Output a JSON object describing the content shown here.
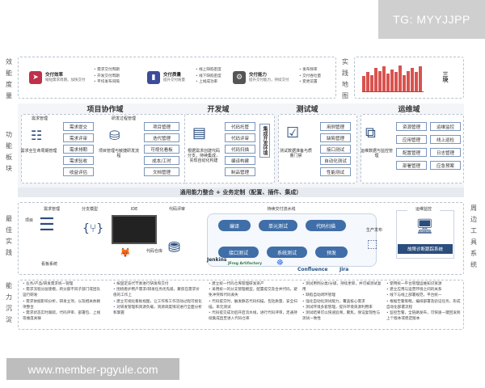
{
  "watermark_top": "TG: MYYJJPP",
  "watermark_bottom": "www.member-pgyule.com",
  "left_labels": {
    "row1": [
      "效",
      "能",
      "度",
      "量"
    ],
    "row2": [
      "功",
      "能",
      "板",
      "块"
    ],
    "row3": [
      "最",
      "佳",
      "实",
      "践"
    ],
    "row4": [
      "能",
      "力",
      "沉",
      "淀"
    ]
  },
  "right_labels": {
    "row1": [
      "实",
      "践",
      "地",
      "图"
    ],
    "row3": [
      "周",
      "边",
      "工",
      "具",
      "系",
      "统"
    ]
  },
  "metrics": [
    {
      "title": "交付效率",
      "subtitle": "缩短需求周期，加快交付",
      "color": "#c0304a",
      "items": [
        "需求交付周期",
        "开发交付周期",
        "平均发布间隔"
      ]
    },
    {
      "title": "交付质量",
      "subtitle": "提升交付质量",
      "color": "#3c4c9a",
      "items": [
        "线上缺陷密度",
        "线下缺陷密度",
        "上线成功率"
      ]
    },
    {
      "title": "交付能力",
      "subtitle": "提升交付能力，持续交付",
      "color": "#555555",
      "items": [
        "发布频率",
        "交付吞吐量",
        "变更前置"
      ]
    }
  ],
  "map_marker": "三块",
  "map_bars": [
    0.55,
    0.7,
    0.6,
    0.85,
    0.75,
    0.9,
    0.65,
    0.8,
    0.7,
    0.95,
    0.6,
    0.75,
    0.85,
    0.7,
    0.9
  ],
  "domains": {
    "project": {
      "title": "项目协作域",
      "req_title": "需求管理",
      "req_caption": "需求全生命周期管理",
      "req_items": [
        "需求提交",
        "需求评审",
        "需求排期",
        "需求验收",
        "收益评估"
      ],
      "proc_title": "研发过程管理",
      "proc_caption": "项目管理与敏捷研发流程",
      "proc_items": [
        "项目管理",
        "迭代管理",
        "可视化看板",
        "成本/工时",
        "文档管理"
      ]
    },
    "dev": {
      "title": "开发域",
      "caption": "根据需求创建代码分支，持续集成，实现自动化构建",
      "items": [
        "代码托管",
        "代码评审",
        "代码扫描",
        "编译构建",
        "制品管理"
      ],
      "vertical": "集成开发环境"
    },
    "test": {
      "title": "测试域",
      "caption": "测试数据准备与质量门禁",
      "items": [
        "用例管理",
        "缺陷管理",
        "接口测试",
        "自动化测试",
        "性能测试"
      ]
    },
    "ops": {
      "title": "运维域",
      "caption": "运维数据与监控管理",
      "items_a": [
        "资源管理",
        "应用管理",
        "配置管理",
        "部署管理"
      ],
      "items_b": [
        "运维监控",
        "线上巡检",
        "日志管理",
        "应急预案"
      ]
    }
  },
  "platform_bar": "通用能力整合 + 业务定制（配置、插件、集成）",
  "practice": {
    "req_title": "需求管理",
    "project_label": "项目",
    "board_label": "看板系统",
    "branch_label": "分支模型",
    "ide_label": "IDE",
    "review_label": "代码评审",
    "repo_label": "代码仓库",
    "pipeline_title": "持续交付流水线",
    "stages_top": [
      "编译",
      "单元测试",
      "代码扫描"
    ],
    "stages_bottom": [
      "接口测试",
      "系统测试",
      "预发"
    ],
    "release_label": "生产发布",
    "ops_title": "运维监控",
    "ops_box": "故障诊断跟踪系统",
    "tools": [
      "Jenkins",
      "JFrog Artifactory",
      "Confluence",
      "Jira"
    ]
  },
  "capabilities": [
    [
      "业务/产品/研发需求统一管理",
      "需求流程分层建模，跨分部不同子部门或团队运行研发",
      "需求依据影响分析，研发立项，以及相关依赖项整合",
      "需求状态实时跟踪，代码评审、部署包、上线等维度关联"
    ],
    [
      "按固定迭代节奏进行研发和交付",
      "围绕看护用户需求/研发任务优先级，聚焦在需求价值的工作上",
      "建立可视化看板视图，让工作和工作流动过程可视化",
      "对研发管理和资源负载，资源调度情况进行全面分析和掌握"
    ],
    [
      "建立统一代码仓库管理研发资产",
      "采用统一的分支管理模型，配置提交及合并代码，避免冲突和代码丢失",
      "代码提交时，触发静态代码扫描，包括质量、安全扫描，单元测试",
      "代码提交成功后开启流水线，进行代码评审，走通持续集成直至进入代码仓库"
    ],
    [
      "测试用例分类/分级，持续更新，并可被测试复用",
      "缺陷自动闭环管理",
      "强化自动化测试能力，覆盖核心需求",
      "测试环境多套管理，提升环境资源利用率",
      "测试结果可以快速追溯，聚焦，保证复现性与测试一致性"
    ],
    [
      "使用统一平台管理运维知识资源",
      "建立应用与运营环境之间的关系",
      "线下与线上部署规范，平台统一",
      "根据告警策略，编排部署及验证任务，形成自动化部署流程",
      "监控告警，全链路发布，可快速一键回滚到上个版本或稳定版本"
    ]
  ]
}
